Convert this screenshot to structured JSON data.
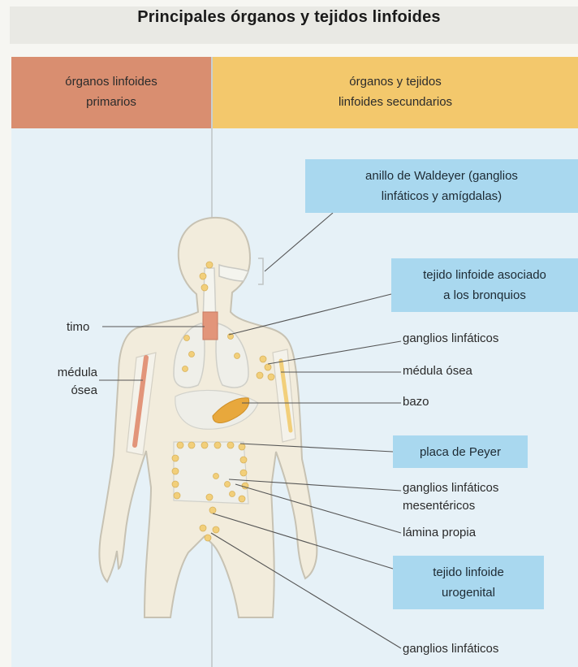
{
  "title": "Principales órganos y tejidos linfoides",
  "headers": {
    "primary": [
      "órganos linfoides",
      "primarios"
    ],
    "secondary": [
      "órganos y tejidos",
      "linfoides secundarios"
    ]
  },
  "left_labels": {
    "timo": "timo",
    "medula": [
      "médula",
      "ósea"
    ]
  },
  "boxes": {
    "waldeyer": [
      "anillo de Waldeyer (ganglios",
      "linfáticos y amígdalas)"
    ],
    "bronquios": [
      "tejido linfoide asociado",
      "a los bronquios"
    ],
    "peyer": "placa de Peyer",
    "urogenital": [
      "tejido linfoide",
      "urogenital"
    ]
  },
  "right_labels": {
    "ganglios1": "ganglios linfáticos",
    "medula": "médula ósea",
    "bazo": "bazo",
    "mesentericos": [
      "ganglios linfáticos",
      "mesentéricos"
    ],
    "lamina": "lámina propia",
    "ganglios2": "ganglios linfáticos"
  },
  "colors": {
    "primary_header": "#d98e70",
    "secondary_header": "#f3c86c",
    "callout_box": "#a9d8ef",
    "panel": "#e6f1f7",
    "lymph_node": "#f2cf7a",
    "thymus": "#e2957a",
    "spleen": "#e8a83c"
  }
}
